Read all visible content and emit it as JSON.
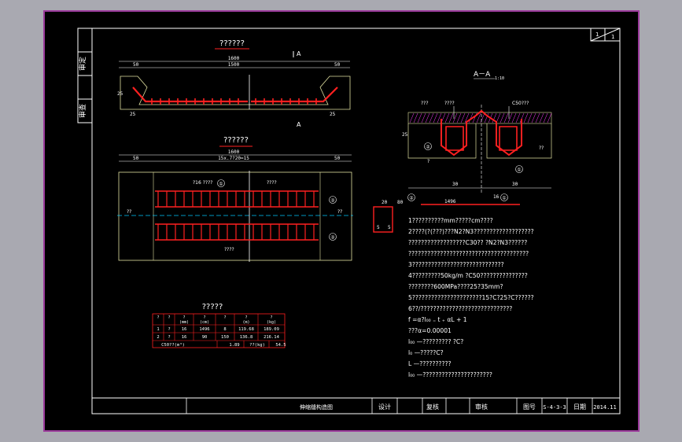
{
  "titles": {
    "elevation": "??????",
    "plan": "??????",
    "table": "?????",
    "section": "A－A",
    "section_scale": "1:10"
  },
  "section_marks": {
    "top": "A",
    "bottom": "A"
  },
  "dimensions": {
    "elev_total": "1600",
    "elev_inner": "1500",
    "elev_left": "50",
    "elev_right": "50",
    "elev_h_left": "25",
    "elev_h_right": "25",
    "elev_side": "25",
    "plan_total": "1600",
    "plan_left": "50",
    "plan_mid": "15x.7?20=15",
    "plan_right": "50",
    "sec_w1": "30",
    "sec_w2": "30",
    "sec_h": "25",
    "det_w": "20",
    "det_h": "80",
    "det_a": "5",
    "det_b": "5",
    "det_len": "1496",
    "det_r": "16"
  },
  "plan_labels": {
    "rebar_top": "?16 ????",
    "rebar_mid": "????",
    "center": "??",
    "bottom": "????",
    "right": "??"
  },
  "section_labels": {
    "l1": "???",
    "l2": "????",
    "l3": "C50???",
    "l4": "?",
    "l5": "??"
  },
  "circles": [
    "①",
    "②"
  ],
  "notes": [
    "1??????????mm?????cm????",
    "2????(?(???)???N2?N3???????????????????",
    "  ??????????????????C30??  ?N2?N3??????",
    "  ??????????????????????????????????????",
    "3?????????????????????????????",
    "4?????????50kg/m ?C50???????????????",
    "  ????????600MPa????25?35mm?",
    "5??????????????????????15?C?25?C??????",
    "6??/?????????????????????????????",
    "   f =α?l₀₀  ₌ t  ₊ αL + 1",
    "   ???α=0.00001",
    "      l₀₀ —?????????  ?C?",
    "      l₀ —?????C?",
    "      L  —??????????",
    "      l₀₀ —??????????????????????"
  ],
  "table": {
    "headers": [
      "?",
      "?",
      "?\n(mm)",
      "?\n(cm)",
      "?",
      "?\n(m)",
      "?\n(kg)"
    ],
    "rows": [
      [
        "1",
        "?",
        "16",
        "1496",
        "8",
        "119.68",
        "189.09"
      ],
      [
        "2",
        "?",
        "16",
        "90",
        "150",
        "136.8",
        "216.14"
      ]
    ],
    "total": [
      "C50??(m³)",
      "1.89",
      "??(kg)",
      "54.5"
    ]
  },
  "title_block": {
    "drawing_name": "伸缩缝构造图",
    "design": "设计",
    "review": "复核",
    "approve": "审核",
    "drawing_no_label": "图号",
    "drawing_no": "S-4-3-3",
    "date_label": "日期",
    "date": "2014.11",
    "sheet_a": "1",
    "sheet_b": "1"
  },
  "side_block": {
    "top": "审定",
    "bottom": "审查"
  },
  "colors": {
    "frame": "#ffffff",
    "rebar": "#ff2020",
    "dim": "#ffffff",
    "concrete": "#e0e0a0",
    "leader": "#00ff00",
    "hatch": "#ff40ff",
    "title_underline": "#ff2020"
  }
}
